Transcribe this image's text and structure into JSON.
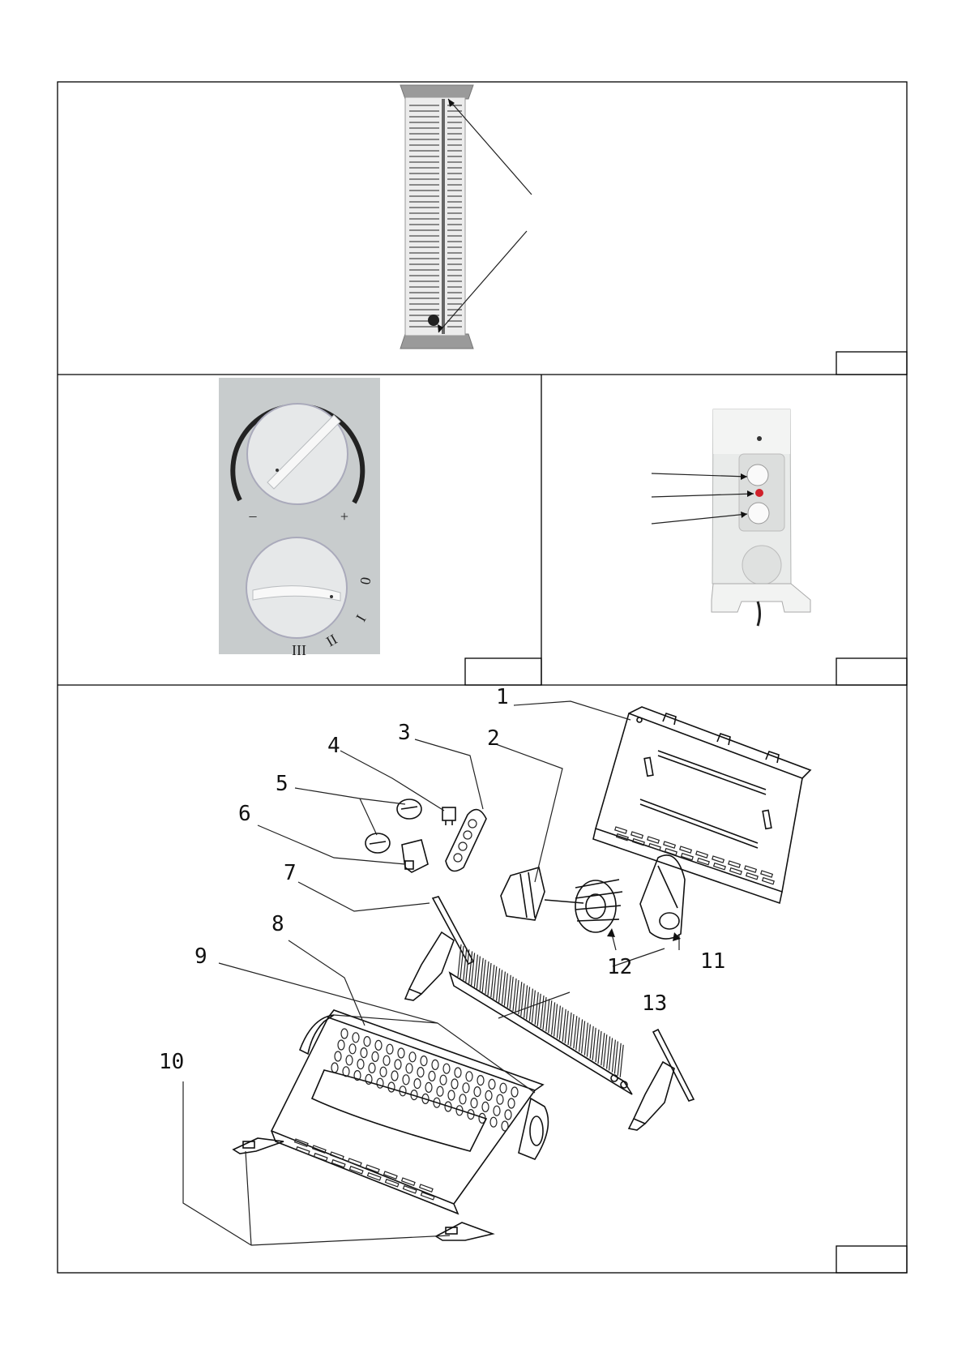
{
  "figure1": {
    "label": ""
  },
  "figure2": {
    "label": "",
    "dial_marks": {
      "minus": "–",
      "plus": "+",
      "off": "0",
      "low": "I",
      "mid": "II",
      "high": "III"
    }
  },
  "figure3": {
    "label": ""
  },
  "figure4": {
    "label": "",
    "parts": [
      {
        "number": "1"
      },
      {
        "number": "2"
      },
      {
        "number": "3"
      },
      {
        "number": "4"
      },
      {
        "number": "5"
      },
      {
        "number": "6"
      },
      {
        "number": "7"
      },
      {
        "number": "8"
      },
      {
        "number": "9"
      },
      {
        "number": "10"
      },
      {
        "number": "11"
      },
      {
        "number": "12"
      },
      {
        "number": "13"
      }
    ]
  }
}
